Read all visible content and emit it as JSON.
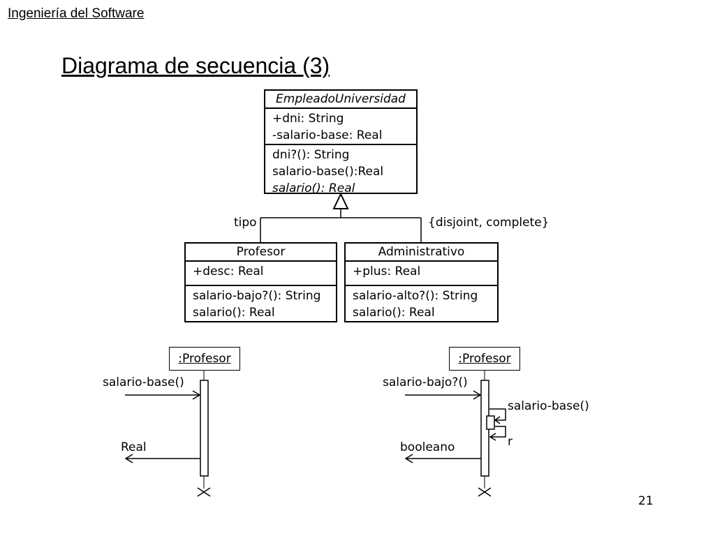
{
  "header": {
    "course": "Ingeniería del Software",
    "title": "Diagrama de secuencia (3)"
  },
  "classes": {
    "parent": {
      "name": "EmpleadoUniversidad",
      "attributes": [
        "+dni: String",
        "-salario-base: Real"
      ],
      "methods": [
        "dni?(): String",
        "salario-base():Real",
        "salario(): Real"
      ]
    },
    "profesor": {
      "name": "Profesor",
      "attributes": [
        "+desc: Real"
      ],
      "methods": [
        "salario-bajo?(): String",
        "salario(): Real"
      ]
    },
    "administrativo": {
      "name": "Administrativo",
      "attributes": [
        "+plus: Real"
      ],
      "methods": [
        "salario-alto?(): String",
        "salario(): Real"
      ]
    }
  },
  "generalization": {
    "discriminator": "tipo",
    "constraint": "{disjoint, complete}"
  },
  "sequence_left": {
    "object": ":Profesor",
    "call": "salario-base()",
    "return": "Real"
  },
  "sequence_right": {
    "object": ":Profesor",
    "call": "salario-bajo?()",
    "self_call": "salario-base()",
    "self_return": "r",
    "return": "booleano"
  },
  "footer": {
    "page_number": "21"
  }
}
